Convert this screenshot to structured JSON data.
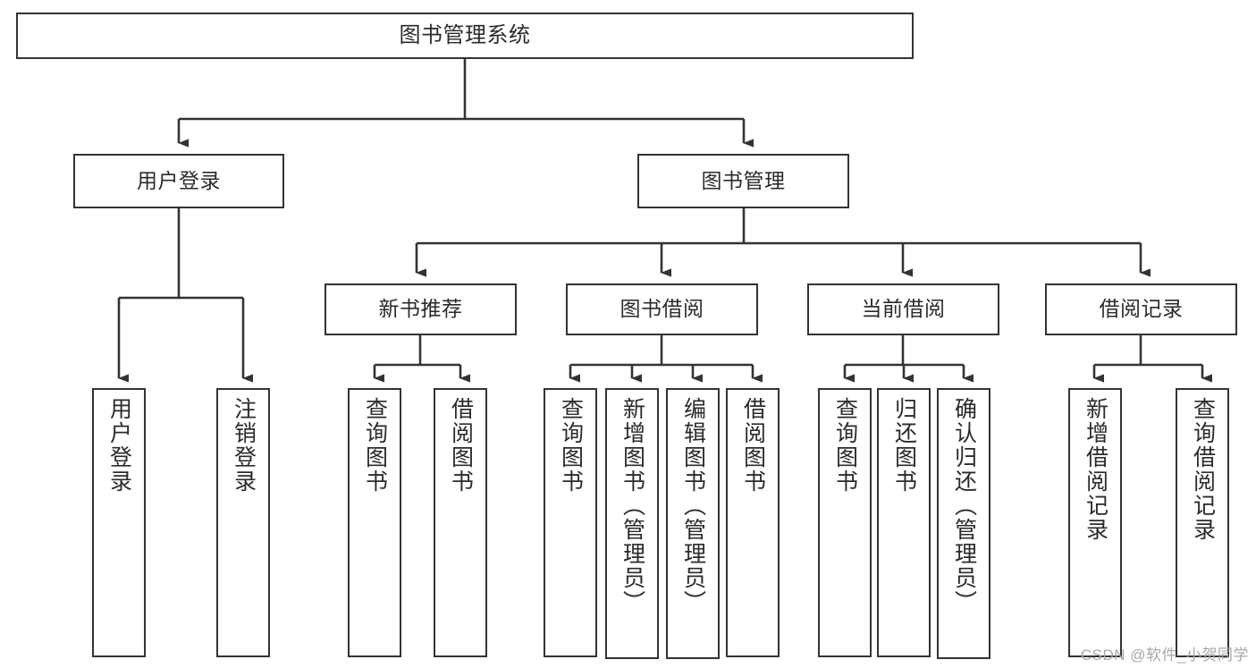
{
  "diagram": {
    "title": "图书管理系统",
    "type": "tree-hierarchy",
    "watermark": "CSDN @软件_小贺同学",
    "colors": {
      "box_border": "#333333",
      "box_fill": "#ffffff",
      "text": "#2b2b2b",
      "connector": "#333333",
      "watermark": "#a8a8a8"
    },
    "nodes": {
      "root": {
        "label": "图书管理系统"
      },
      "level1": [
        {
          "label": "用户登录"
        },
        {
          "label": "图书管理"
        }
      ],
      "level2": [
        {
          "label": "新书推荐"
        },
        {
          "label": "图书借阅"
        },
        {
          "label": "当前借阅"
        },
        {
          "label": "借阅记录"
        }
      ],
      "leaves": {
        "user_login": [
          {
            "label": "用户登录"
          },
          {
            "label": "注销登录"
          }
        ],
        "new_book_recommend": [
          {
            "label": "查询图书"
          },
          {
            "label": "借阅图书"
          }
        ],
        "book_borrow": [
          {
            "label": "查询图书"
          },
          {
            "label": "新增图书（管理员）"
          },
          {
            "label": "编辑图书（管理员）"
          },
          {
            "label": "借阅图书"
          }
        ],
        "current_borrow": [
          {
            "label": "查询图书"
          },
          {
            "label": "归还图书"
          },
          {
            "label": "确认归还（管理员）"
          }
        ],
        "borrow_record": [
          {
            "label": "新增借阅记录"
          },
          {
            "label": "查询借阅记录"
          }
        ]
      }
    }
  }
}
